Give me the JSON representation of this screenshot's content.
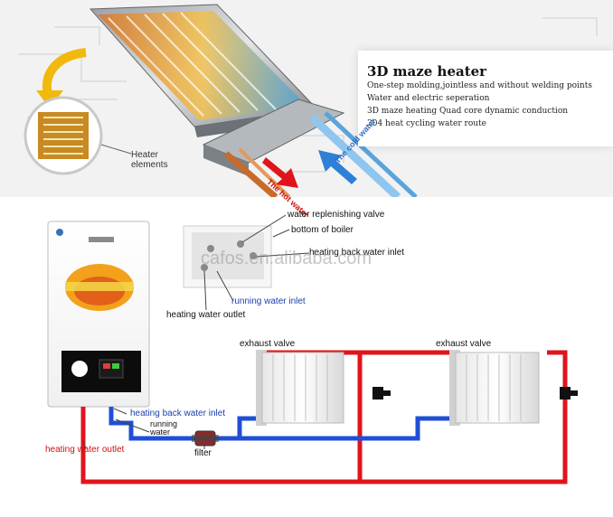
{
  "banner": {
    "title": "3D maze heater",
    "features": [
      "One-step molding,jointless and without welding points",
      "Water and electric seperation",
      "3D maze heating   Quad core dynamic conduction",
      "304 heat cycling water route"
    ],
    "heater_label_1": "Heater",
    "heater_label_2": "elements",
    "hot_water": "The hot water",
    "cold_water": "The cold water"
  },
  "diagram": {
    "water_replenishing_valve": "water replenishing valve",
    "bottom_of_boiler": "bottom of boiler",
    "heating_back_water_inlet_top": "heating back water inlet",
    "running_water_inlet_top": "running water inlet",
    "heating_water_outlet_top": "heating water outlet",
    "exhaust_valve_1": "exhaust valve",
    "exhaust_valve_2": "exhaust valve",
    "heating_back_water_inlet_bottom": "heating back water inlet",
    "running_water_bottom_1": "running",
    "running_water_bottom_2": "water",
    "heating_water_outlet_bottom": "heating water outlet",
    "filter": "filter",
    "watermark": "cafos.en.alibaba.com"
  },
  "colors": {
    "hot_pipe": "#e0141c",
    "cold_pipe": "#1f4fd6",
    "label_blue": "#1a3fb0",
    "label_red": "#cc1111"
  }
}
